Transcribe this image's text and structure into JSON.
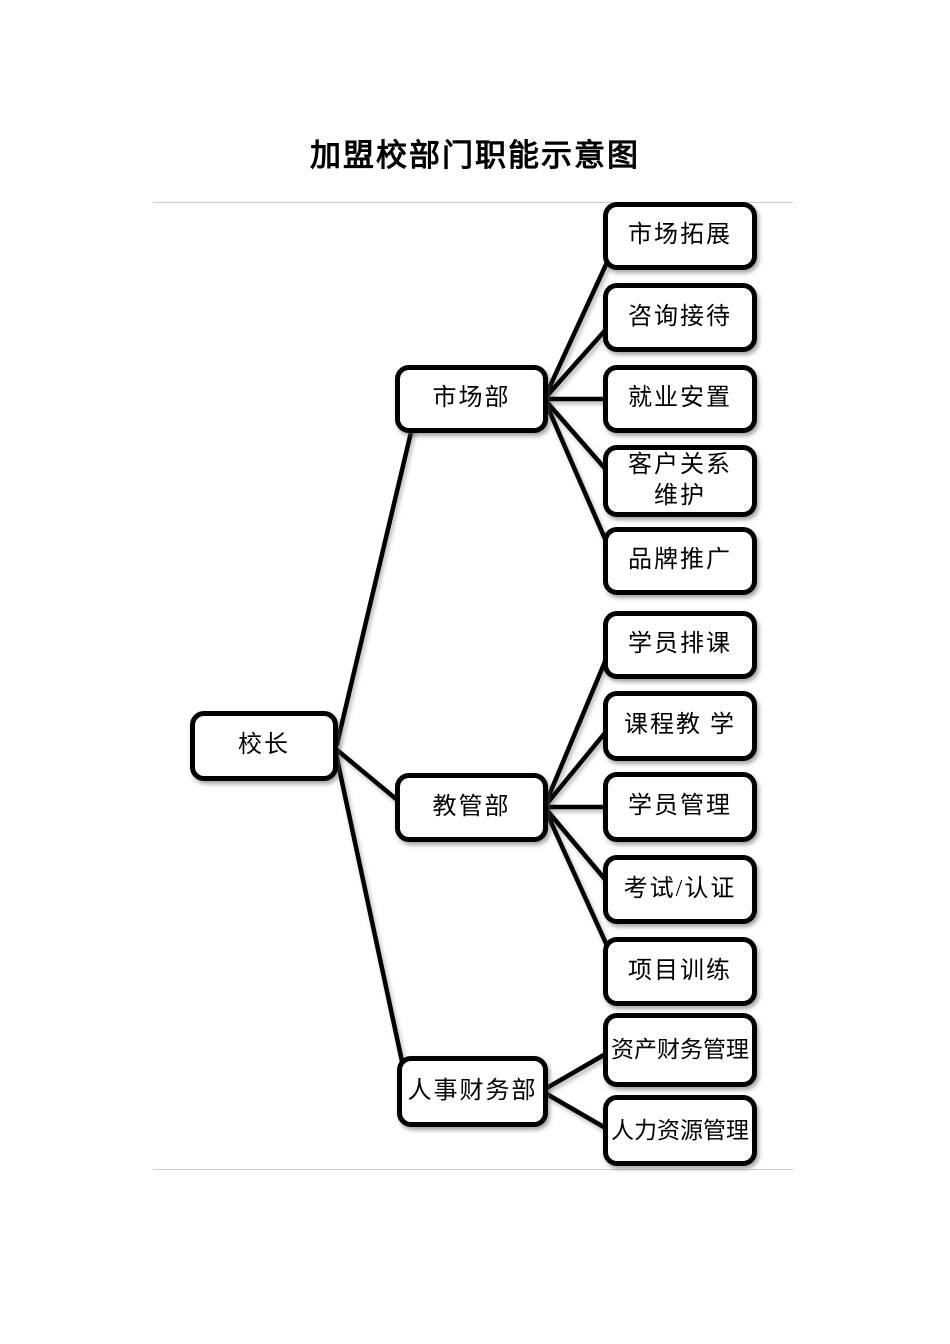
{
  "title": "加盟校部门职能示意图",
  "colors": {
    "page_bg": "#ffffff",
    "node_fill": "#ffffff",
    "node_border": "#000000",
    "line": "#000000",
    "text": "#000000",
    "divider": "#c9c9c9"
  },
  "diagram": {
    "root": {
      "label": "校长"
    },
    "departments": [
      {
        "label": "市场部",
        "functions": [
          {
            "lines": [
              "市场拓展"
            ]
          },
          {
            "lines": [
              "咨询接待"
            ]
          },
          {
            "lines": [
              "就业安置"
            ]
          },
          {
            "lines": [
              "客户关系",
              "维护"
            ]
          },
          {
            "lines": [
              "品牌推广"
            ]
          }
        ]
      },
      {
        "label": "教管部",
        "functions": [
          {
            "lines": [
              "学员排课"
            ]
          },
          {
            "lines": [
              "课程教 学"
            ]
          },
          {
            "lines": [
              "学员管理"
            ]
          },
          {
            "lines": [
              "考试/认证"
            ]
          },
          {
            "lines": [
              "项目训练"
            ]
          }
        ]
      },
      {
        "label": "人事财务部",
        "functions": [
          {
            "lines": [
              "资产财务管理"
            ]
          },
          {
            "lines": [
              "人力资源管理"
            ]
          }
        ]
      }
    ]
  }
}
